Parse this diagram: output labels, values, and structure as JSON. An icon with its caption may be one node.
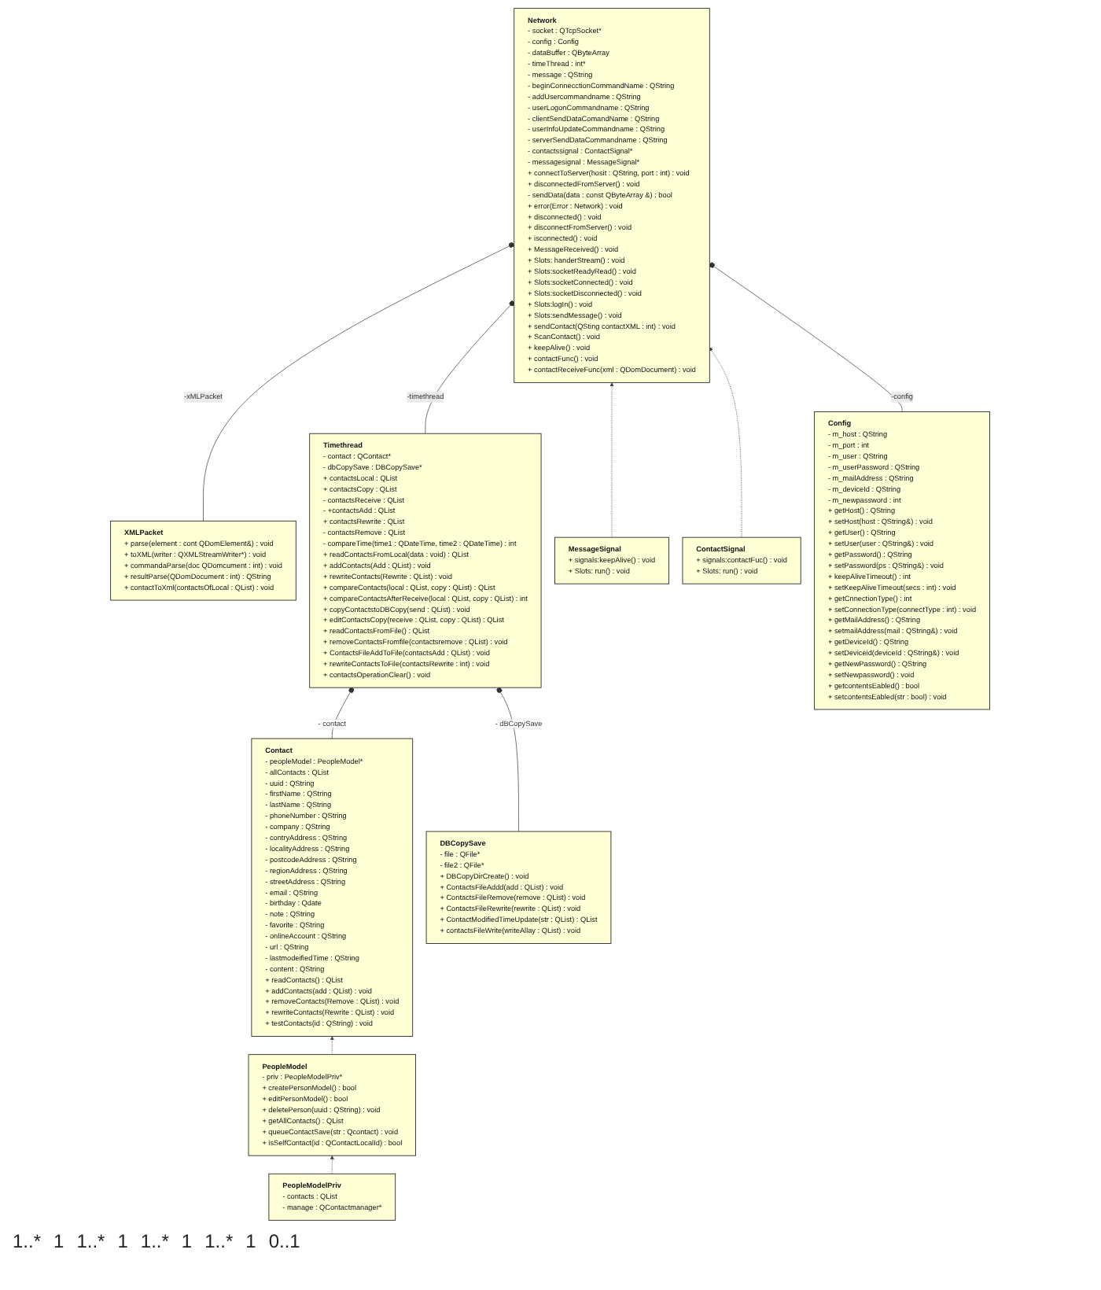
{
  "diagram": {
    "nodes": [
      {
        "text": [
          "XMLPacket",
          "+ parse(element : cont QDomElement&) : void",
          "+ toXML(writer : QXMLStreamWriter*) : void",
          "+ commandaParse(doc QDomcument : int) : void",
          "+ resultParse(QDomDocument : int) : QString",
          "+ contactToXml(contactsOfLocal : QList) : void"
        ]
      },
      {
        "text": [
          "Network",
          "- socket : QTcpSocket*",
          "- config : Config",
          "- dataBuffer : QByteArray",
          "- timeThread : int*",
          "- message : QString",
          "- beginConnecctionCommandName : QString",
          "- addUsercommandname : QString",
          "- userLogonCommandname : QString",
          "- clientSendDataComandName : QString",
          "- userInfoUpdateCommandname : QString",
          "- serverSendDataCommandname : QString",
          "- contactssignal : ContactSignal*",
          "- messagesignal : MessageSignal*",
          "+ connectToServer(hosit : QString, port : int) : void",
          "+ disconnectedFromServer() : void",
          "- sendData(data : const QByteArray &) : bool",
          "+ error(Error : Network) : void",
          "+ disconnected() : void",
          "+ disconnectFromServer() : void",
          "+ isconnected() : void",
          "+ MessageReceived() : void",
          "+ Slots: handerStream() : void",
          "+ Slots:socketReadyRead() : void",
          "+ Slots:socketConnected() : void",
          "+ Slots:socketDisconnected() : void",
          "+ Slots:logIn() : void",
          "+ Slots:sendMessage() : void",
          "+ sendContact(QSting contactXML : int) : void",
          "+ ScanContact() : void",
          "+ keepAlive() : void",
          "+ contactFunc() : void",
          "+ contactReceiveFunc(xml : QDomDocument) : void"
        ]
      },
      {
        "text": [
          "MessageSignal",
          "+ signals:keepAlive() : void",
          "+ Slots: run() : void"
        ]
      },
      {
        "text": [
          "Timethread",
          "- contact : QContact*",
          "- dbCopySave : DBCopySave*",
          "+ contactsLocal : QList",
          "+ contactsCopy : QList",
          "- contactsReceive : QList",
          "- +contactsAdd : QList",
          "+ contactsRewrite : QList",
          "- contactsRemove : QList",
          "- compareTime(time1 : QDateTime, time2 : QDateTime) : int",
          "+ readContactsFromLocal(data : void) : QList",
          "+ addContacts(Add : QList) : void",
          "+ rewriteContacts(Rewrite : QList) : void",
          "+ compareContacts(local : QList, copy : QList) : QList",
          "+ compareContactsAfterReceive(local : QList, copy : QList) : int",
          "+ copyContactstoDBCopy(send : QList) : void",
          "+ editContactsCopy(receive : QList, copy : QList) : QList",
          "+ readContactsFromFile() : QList",
          "+ removeContactsFromfile(contactsremove : QList) : void",
          "+ ContactsFileAddToFile(contactsAdd : QList) : void",
          "+ rewriteContactsToFile(contactsRewrite : int) : void",
          "+ contactsOperationClear() : void"
        ]
      },
      {
        "text": [
          "ContactSignal",
          "+ signals:contactFuc() : void",
          "+ Slots: run() : void"
        ]
      },
      {
        "text": [
          "Contact",
          "- peopleModel : PeopleModel*",
          "- allContacts : QList",
          "- uuid : QString",
          "- firstName : QString",
          "- lastName : QString",
          "- phoneNumber : QString",
          "- company : QString",
          "- contryAddress : QString",
          "- localityAddress : QString",
          "- postcodeAddress : QString",
          "- regionAddress : QString",
          "- streetAddress : QString",
          "- email : QString",
          "- birthday : Qdate",
          "- note : QString",
          "- favorite : QString",
          "- onlineAccount : QString",
          "- url : QString",
          "- lastmodeifiedTime : QString",
          "- content : QString",
          "+ readContacts() : QList",
          "+ addContacts(add : QList) : void",
          "+ removeContacts(Remove : QList) : void",
          "+ rewriteContacts(Rewrite : QList) : void",
          "+ testContacts(id : QString) : void"
        ]
      },
      {
        "text": [
          "DBCopySave",
          "- file : QFile*",
          "- file2 : QFile*",
          "+ DBCopyDirCreate() : void",
          "+ ContactsFileAddd(add : QList) : void",
          "+ ContactsFileRemove(remove : QList) : void",
          "+ ContactsFileRewrite(rewrite : QList) : void",
          "+ ContactModifiedTimeUpdate(str : QList) : QList",
          "+ contactsFileWrite(writeAllay : QList) : void"
        ]
      },
      {
        "text": [
          "Config",
          "- m_host : QString",
          "- m_port : int",
          "- m_user : QString",
          "- m_userPassword : QString",
          "- m_mailAddress : QString",
          "- m_deviceId : QString",
          "- m_newpassword : int",
          "+ getHost() : QString",
          "+ setHost(host : QString&) : void",
          "+ getUser() : QString",
          "+ setUser(user : QString&) : void",
          "+ getPassword() : QString",
          "+ setPassword(ps : QString&) : void",
          "+ keepAliveTimeout() : int",
          "+ setKeepAliveTimeout(secs : int) : void",
          "+ getCnnectionType() : int",
          "+ setConnectionType(connectType : int) : void",
          "+ getMailAddress() : QString",
          "+ setmailAddress(mail : QString&) : void",
          "+ getDeviceId() : QString",
          "+ setDeviceid(deviceId : QString&) : void",
          "+ getNewPassword() : QString",
          "+ setNewpassword() : void",
          "+ getcontentsEabled() : bool",
          "+ setcontentsEabled(str : bool) : void"
        ]
      },
      {
        "text": [
          "PeopleModel",
          "- priv : PeopleModelPriv*",
          "+ createPersonModel() : bool",
          "+ editPersonModel() : bool",
          "+ deletePerson(uuid : QString) : void",
          "+ getAllContacts() : QList",
          "+ queueContactSave(str : Qcontact) : void",
          "+ isSelfContact(id : QContactLocalId) : bool"
        ]
      },
      {
        "text": [
          "PeopleModelPriv",
          "- contacts : QList",
          "- manage : QContactmanager*"
        ]
      }
    ],
    "edges": [
      {
        "from": 0,
        "to": 1,
        "arrow": "other",
        "label": "-xMLPacket"
      },
      {
        "from": 3,
        "to": 1,
        "arrow": "other",
        "label": "-timethread"
      },
      {
        "from": 2,
        "to": 1,
        "arrow": "to",
        "style": "dashed"
      },
      {
        "from": 4,
        "to": 1,
        "arrow": "to",
        "style": "dashed"
      },
      {
        "from": 5,
        "to": 3,
        "arrow": "other",
        "label": "- contact"
      },
      {
        "from": 6,
        "to": 3,
        "arrow": "other",
        "label": "- dBCopySave"
      },
      {
        "from": 7,
        "to": 1,
        "arrow": "other",
        "label": "-config"
      },
      {
        "from": 8,
        "to": 5,
        "arrow": "to",
        "style": "dashed"
      },
      {
        "from": 9,
        "to": 8,
        "arrow": "to",
        "style": "dashed"
      }
    ],
    "labels": [
      "1..*",
      "1",
      "1..*",
      "1",
      "1..*",
      "1",
      "1..*",
      "1",
      "0..1"
    ]
  }
}
